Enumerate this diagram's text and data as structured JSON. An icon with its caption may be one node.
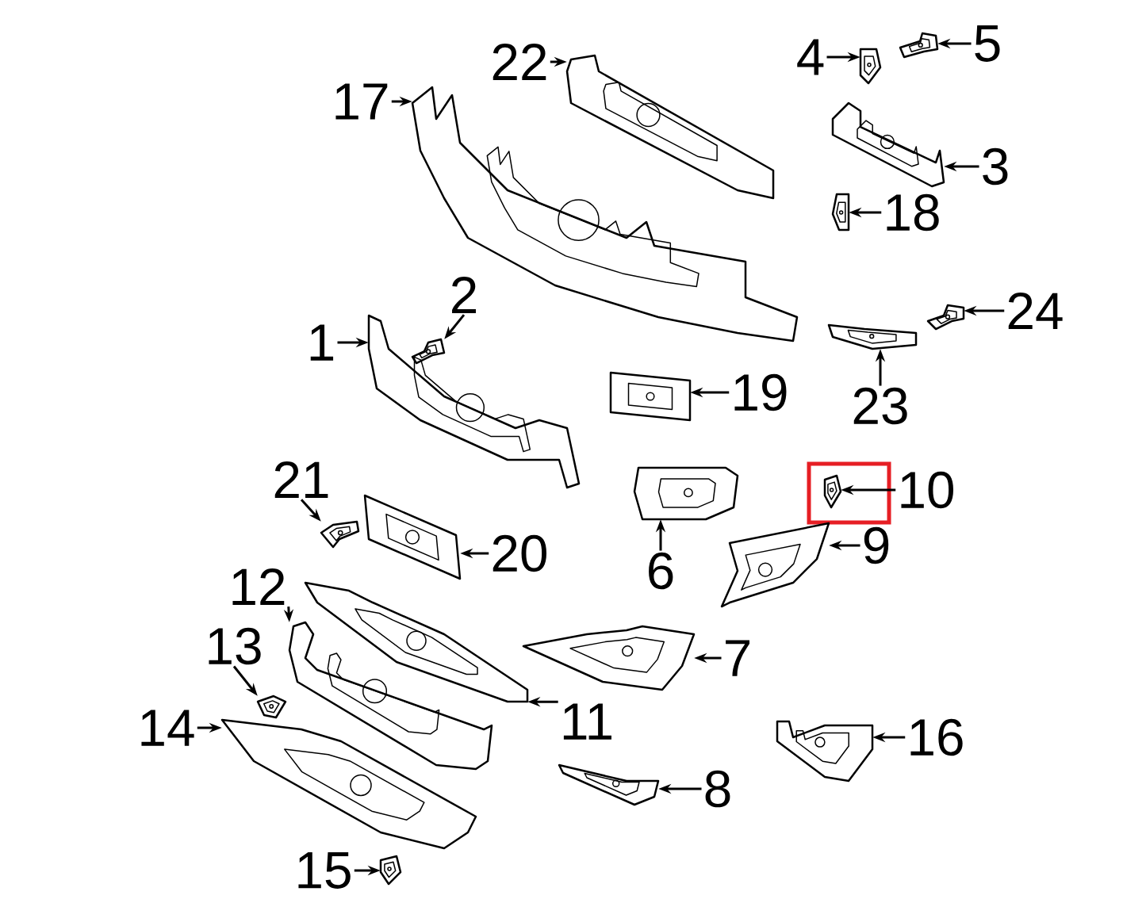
{
  "diagram": {
    "nodes": [
      {
        "text": [
          "22"
        ]
      },
      {
        "text": [
          "17"
        ]
      },
      {
        "text": [
          "4"
        ]
      },
      {
        "text": [
          "5"
        ]
      },
      {
        "text": [
          "3"
        ]
      },
      {
        "text": [
          "18"
        ]
      },
      {
        "text": [
          "2"
        ]
      },
      {
        "text": [
          "24"
        ]
      },
      {
        "text": [
          "1"
        ]
      },
      {
        "text": [
          "23"
        ]
      },
      {
        "text": [
          "19"
        ]
      },
      {
        "text": [
          "21"
        ]
      },
      {
        "text": [
          "10"
        ]
      },
      {
        "text": [
          "20"
        ]
      },
      {
        "text": [
          "9"
        ]
      },
      {
        "text": [
          "6"
        ]
      },
      {
        "text": [
          "12"
        ]
      },
      {
        "text": [
          "13"
        ]
      },
      {
        "text": [
          "11"
        ]
      },
      {
        "text": [
          "7"
        ]
      },
      {
        "text": [
          "14"
        ]
      },
      {
        "text": [
          "16"
        ]
      },
      {
        "text": [
          "8"
        ]
      },
      {
        "text": [
          "15"
        ]
      },
      {
        "text": [],
        "shape": "picture"
      },
      {
        "text": [],
        "shape": "picture"
      },
      {
        "text": [],
        "shape": "picture"
      },
      {
        "text": [],
        "shape": "picture"
      },
      {
        "text": [],
        "shape": "picture"
      },
      {
        "text": [],
        "shape": "picture"
      },
      {
        "text": [],
        "shape": "picture"
      },
      {
        "text": [],
        "shape": "picture"
      },
      {
        "text": [],
        "shape": "picture"
      },
      {
        "text": [],
        "shape": "picture"
      },
      {
        "text": [],
        "shape": "picture"
      },
      {
        "text": [],
        "shape": "picture"
      },
      {
        "text": [],
        "shape": "picture"
      },
      {
        "text": [],
        "shape": "picture"
      },
      {
        "text": [],
        "shape": "picture"
      },
      {
        "text": [],
        "shape": "picture"
      },
      {
        "text": [],
        "shape": "picture"
      },
      {
        "text": [],
        "shape": "picture"
      },
      {
        "text": [],
        "shape": "picture"
      },
      {
        "text": [],
        "shape": "picture"
      },
      {
        "text": [],
        "shape": "picture"
      },
      {
        "text": [],
        "shape": "picture"
      },
      {
        "text": [],
        "shape": "picture"
      },
      {
        "text": [],
        "shape": "picture"
      }
    ],
    "edges": [
      {
        "from": 0,
        "to": 24,
        "arrow": "to"
      },
      {
        "from": 1,
        "to": 25,
        "arrow": "to"
      },
      {
        "from": 2,
        "to": 26,
        "arrow": "to"
      },
      {
        "from": 3,
        "to": 27,
        "arrow": "to"
      },
      {
        "from": 4,
        "to": 28,
        "arrow": "to"
      },
      {
        "from": 5,
        "to": 29,
        "arrow": "to"
      },
      {
        "from": 6,
        "to": 30,
        "arrow": "to"
      },
      {
        "from": 7,
        "to": 31,
        "arrow": "to"
      },
      {
        "from": 8,
        "to": 32,
        "arrow": "to"
      },
      {
        "from": 9,
        "to": 33,
        "arrow": "to"
      },
      {
        "from": 10,
        "to": 34,
        "arrow": "to"
      },
      {
        "from": 11,
        "to": 35,
        "arrow": "to"
      },
      {
        "from": 12,
        "to": 36,
        "arrow": "to"
      },
      {
        "from": 13,
        "to": 37,
        "arrow": "to"
      },
      {
        "from": 14,
        "to": 38,
        "arrow": "to"
      },
      {
        "from": 15,
        "to": 39,
        "arrow": "to"
      },
      {
        "from": 16,
        "to": 40,
        "arrow": "to"
      },
      {
        "from": 17,
        "to": 41,
        "arrow": "to"
      },
      {
        "from": 18,
        "to": 42,
        "arrow": "to"
      },
      {
        "from": 19,
        "to": 43,
        "arrow": "to"
      },
      {
        "from": 20,
        "to": 44,
        "arrow": "to"
      },
      {
        "from": 21,
        "to": 45,
        "arrow": "to"
      },
      {
        "from": 22,
        "to": 46,
        "arrow": "to"
      },
      {
        "from": 23,
        "to": 47,
        "arrow": "to"
      }
    ]
  }
}
